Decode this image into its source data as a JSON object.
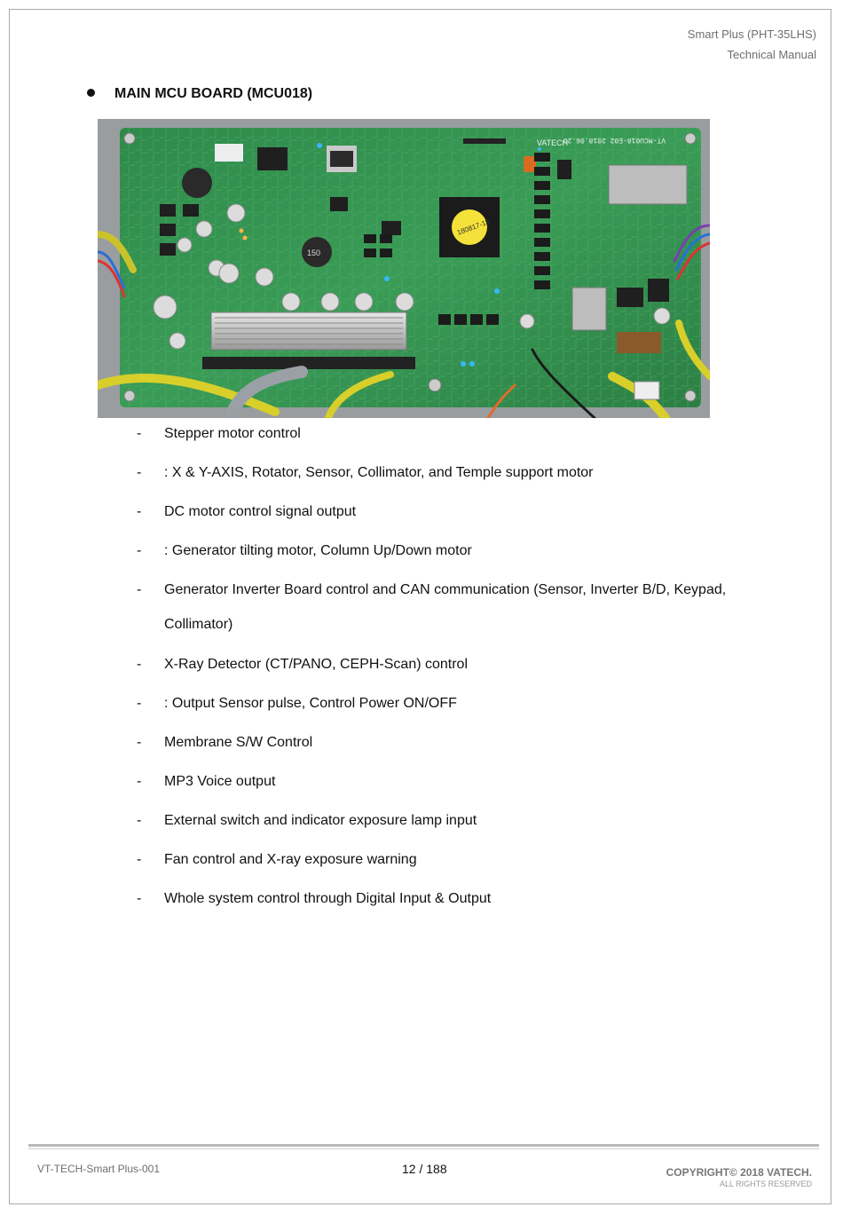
{
  "header": {
    "product": "Smart Plus (PHT-35LHS)",
    "manual": "Technical Manual"
  },
  "section": {
    "title": "MAIN MCU BOARD (MCU018)"
  },
  "photo": {
    "board_label": "VT-MCU018-E02 2018.06.20",
    "brand": "VATECH",
    "sticker_text": "180817-18",
    "inductor_label": "150"
  },
  "bullets": [
    {
      "dash": "-",
      "text": "Stepper motor control"
    },
    {
      "dash": "-",
      "text": ": X & Y-AXIS, Rotator, Sensor, Collimator, and Temple support motor"
    },
    {
      "dash": "-",
      "text": "DC motor control signal output"
    },
    {
      "dash": "-",
      "text": ": Generator tilting motor, Column Up/Down motor"
    },
    {
      "dash": "-",
      "text": "Generator Inverter Board control and CAN communication (Sensor, Inverter B/D, Keypad,"
    },
    {
      "dash": "",
      "text": "Collimator)"
    },
    {
      "dash": "-",
      "text": "X-Ray Detector (CT/PANO, CEPH-Scan) control"
    },
    {
      "dash": "-",
      "text": ": Output Sensor pulse, Control Power ON/OFF"
    },
    {
      "dash": "-",
      "text": "Membrane S/W Control"
    },
    {
      "dash": "-",
      "text": "MP3 Voice output"
    },
    {
      "dash": "-",
      "text": "External switch and indicator exposure lamp input"
    },
    {
      "dash": "-",
      "text": "Fan control and X-ray exposure warning"
    },
    {
      "dash": "-",
      "text": "Whole system control through Digital Input & Output"
    }
  ],
  "footer": {
    "doc_id": "VT-TECH-Smart Plus-001",
    "page": "12 / 188",
    "copyright": "COPYRIGHT© 2018 VATECH.",
    "rights": "ALL RIGHTS RESERVED"
  }
}
